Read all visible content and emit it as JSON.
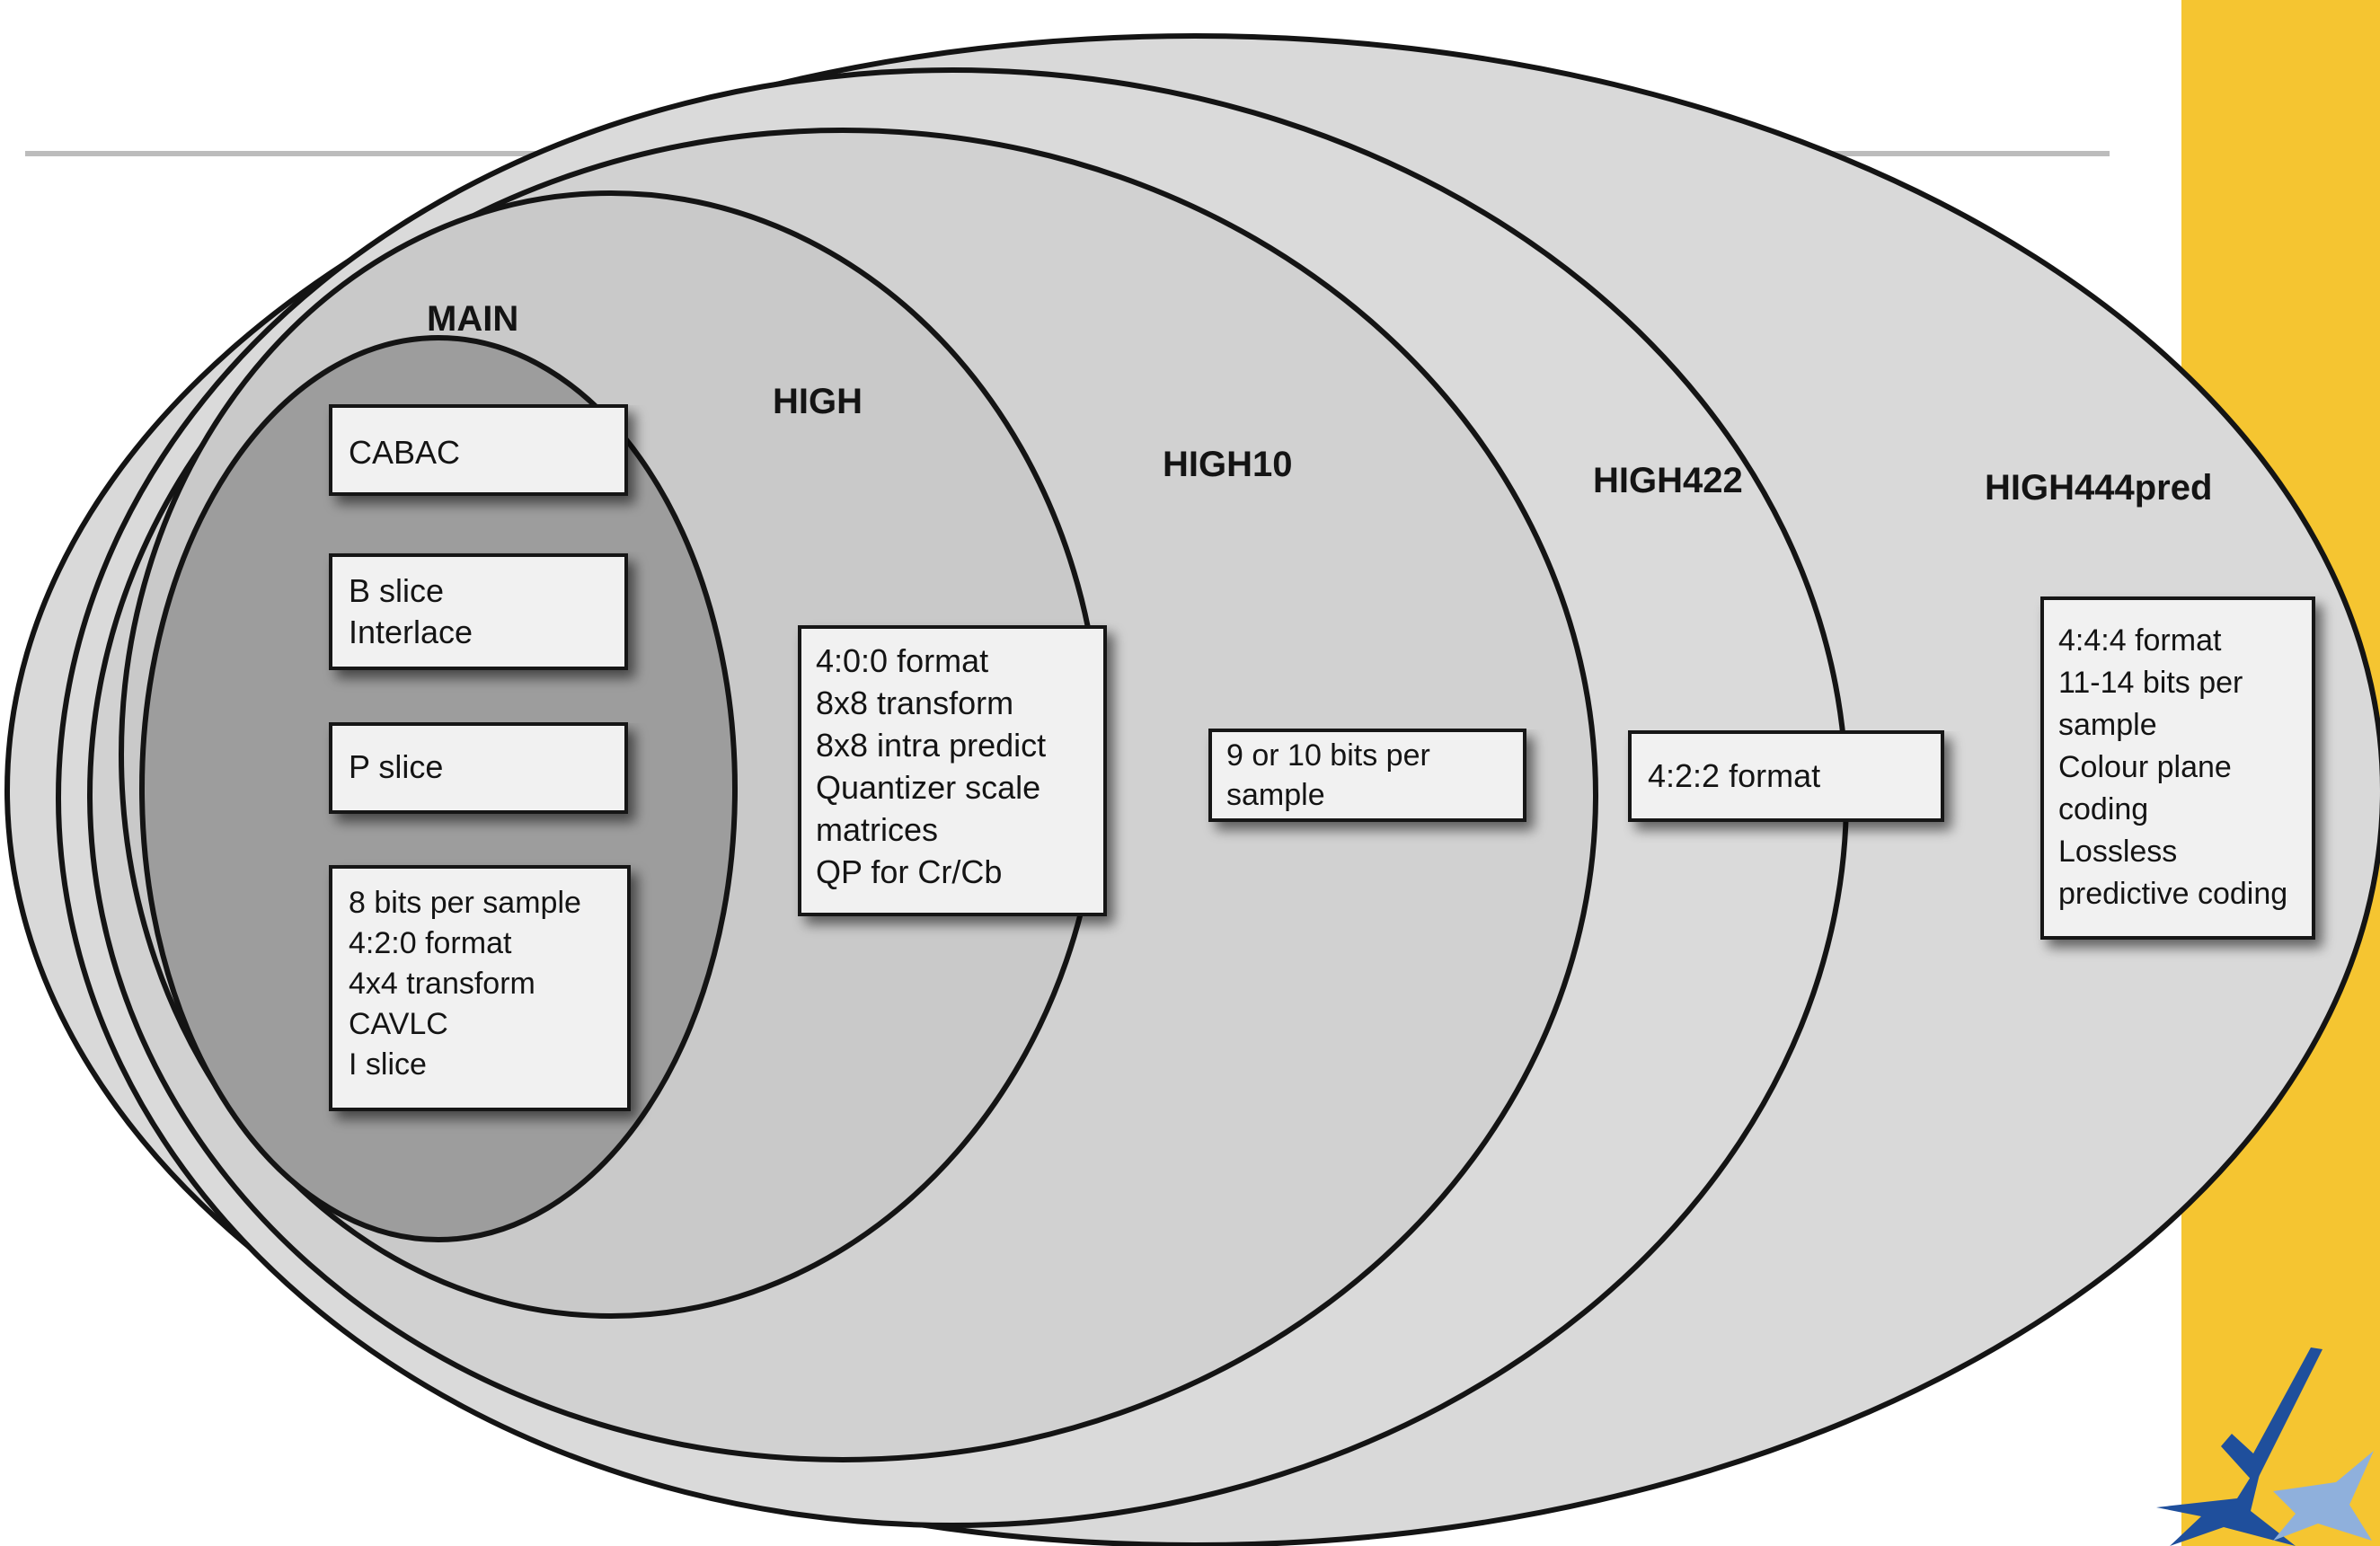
{
  "colors": {
    "accent": "#f5c531",
    "outer_ellipses": "#d9d9d9",
    "high_ellipse": "#c9c9c9",
    "main_ellipse": "#9d9d9d",
    "box_fill": "#f1f1f1",
    "stroke": "#141414"
  },
  "diagram": {
    "profiles": [
      {
        "key": "main",
        "name": "MAIN",
        "boxes": [
          {
            "lines": [
              "CABAC"
            ]
          },
          {
            "lines": [
              "B slice",
              "Interlace"
            ]
          },
          {
            "lines": [
              "P slice"
            ]
          },
          {
            "lines": [
              "8 bits per sample",
              "4:2:0 format",
              "4x4 transform",
              "CAVLC",
              "I slice"
            ]
          }
        ]
      },
      {
        "key": "high",
        "name": "HIGH",
        "boxes": [
          {
            "lines": [
              "4:0:0 format",
              "8x8 transform",
              "8x8 intra predict",
              "Quantizer scale",
              "matrices",
              "QP for Cr/Cb"
            ]
          }
        ]
      },
      {
        "key": "high10",
        "name": "HIGH10",
        "boxes": [
          {
            "lines": [
              "9 or 10 bits per",
              "sample"
            ]
          }
        ]
      },
      {
        "key": "high422",
        "name": "HIGH422",
        "boxes": [
          {
            "lines": [
              "4:2:2 format"
            ]
          }
        ]
      },
      {
        "key": "high444",
        "name": "HIGH444pred",
        "boxes": [
          {
            "lines": [
              "4:4:4 format",
              "11-14 bits per",
              "sample",
              "Colour plane",
              "coding",
              "Lossless",
              "predictive coding"
            ]
          }
        ]
      }
    ]
  },
  "logo": {
    "icon": "checkmark-star-logo"
  }
}
